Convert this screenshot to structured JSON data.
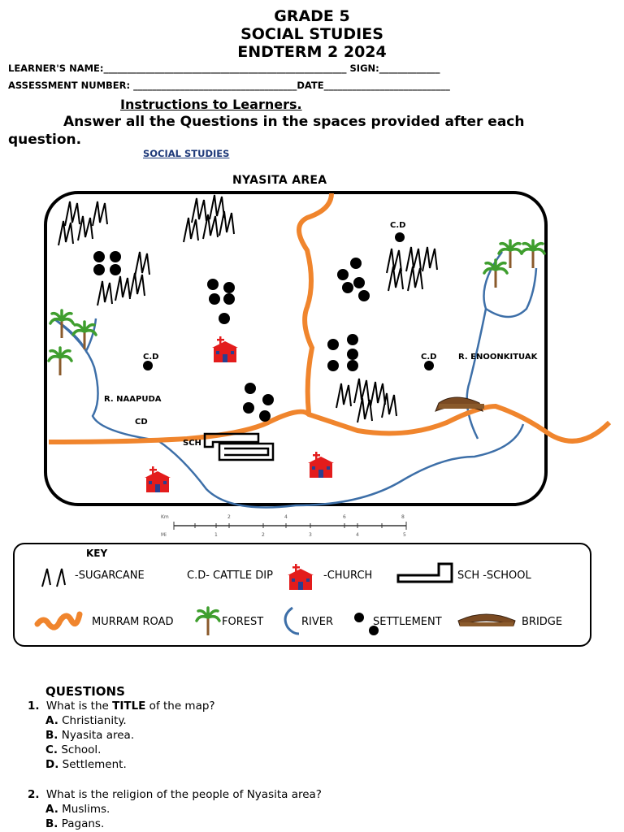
{
  "header": {
    "grade": "GRADE 5",
    "subject": "SOCIAL STUDIES",
    "exam": "ENDTERM 2 2024"
  },
  "fields": {
    "learner_name": "LEARNER'S NAME:____________________________________________________ SIGN:_____________",
    "assessment_number": "ASSESSMENT NUMBER: ___________________________________DATE___________________________"
  },
  "instructions": {
    "title": "Instructions to Learners.",
    "body": "Answer all the Questions in the spaces provided after each question."
  },
  "section_link": "SOCIAL STUDIES",
  "map": {
    "title": "NYASITA AREA",
    "labels": {
      "cd_top": "C.D",
      "cd_left": "C.D",
      "cd_right": "C.D",
      "cd_road": "CD",
      "river_left": "R. NAAPUDA",
      "river_right": "R. ENOONKITUAK",
      "school": "SCH"
    },
    "scale": {
      "km_label": "Km",
      "mi_label": "Mi",
      "km_ticks": [
        "2",
        "4",
        "6",
        "8"
      ],
      "mi_ticks": [
        "1",
        "2",
        "3",
        "4",
        "5"
      ]
    }
  },
  "key": {
    "title": "KEY",
    "items": {
      "sugarcane": "-SUGARCANE",
      "cattle_dip": "C.D- CATTLE DIP",
      "church": "-CHURCH",
      "school": "SCH -SCHOOL",
      "murram_road": "MURRAM ROAD",
      "forest": "FOREST",
      "river": "RIVER",
      "settlement": "SETTLEMENT",
      "bridge": "BRIDGE"
    }
  },
  "questions": {
    "heading": "QUESTIONS",
    "q1": {
      "number": "1.",
      "text_before": "What is the ",
      "text_bold": "TITLE",
      "text_after": " of the map?",
      "options": [
        {
          "letter": "A.",
          "text": "Christianity."
        },
        {
          "letter": "B.",
          "text": "Nyasita area."
        },
        {
          "letter": "C.",
          "text": "School."
        },
        {
          "letter": "D.",
          "text": "Settlement."
        }
      ]
    },
    "q2": {
      "number": "2.",
      "text": "What is the religion of the people of Nyasita area?",
      "options": [
        {
          "letter": "A.",
          "text": "Muslims."
        },
        {
          "letter": "B.",
          "text": "Pagans."
        }
      ]
    }
  },
  "colors": {
    "road": "#f0852d",
    "river": "#3d6fa8",
    "church": "#e31c1c",
    "forest": "#4cae3a",
    "link": "#1f3a7a"
  }
}
